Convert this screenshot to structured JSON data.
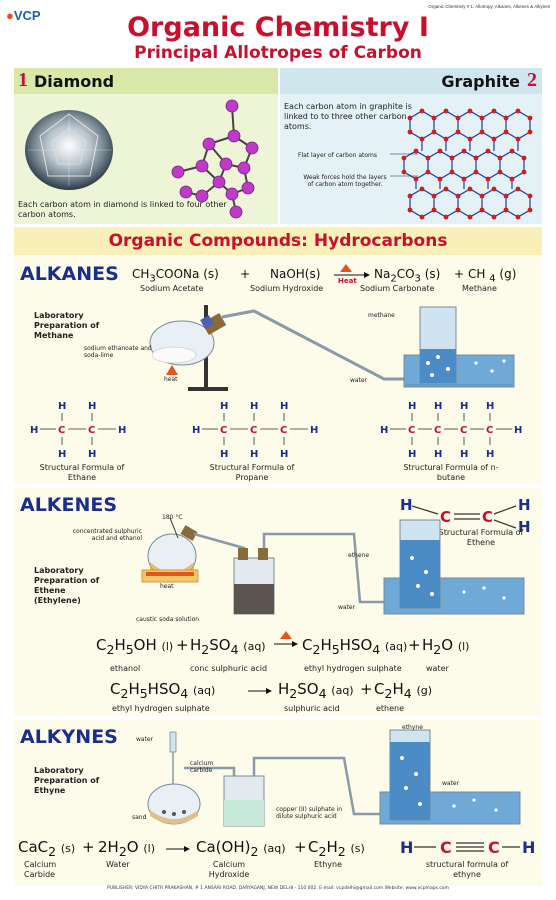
{
  "header": {
    "logo": "VCP",
    "top_note": "Organic Chemistry # 1: Allotropy, Alkanes, Alkenes & Alkynes",
    "title": "Organic Chemistry I",
    "subtitle": "Principal Allotropes of Carbon"
  },
  "diamond": {
    "number": "1",
    "name": "Diamond",
    "caption": "Each carbon atom in diamond is linked to four other carbon atoms."
  },
  "graphite": {
    "number": "2",
    "name": "Graphite",
    "caption": "Each carbon atom in graphite is linked to to three other carbon atoms.",
    "label_layer": "Flat layer of carbon atoms",
    "label_forces": "Weak forces hold the layers of carbon atom together."
  },
  "hydrocarbons": {
    "title": "Organic Compounds: Hydrocarbons"
  },
  "alkanes": {
    "heading": "ALKANES",
    "eq_r1": "CH3COONa (s)",
    "eq_plus": "+",
    "eq_r2": "NaOH(s)",
    "eq_heat": "Heat",
    "eq_p1": "Na2CO3 (s)",
    "eq_plus2": "+",
    "eq_p2": "CH4 (g)",
    "name_r1": "Sodium Acetate",
    "name_r2": "Sodium Hydroxide",
    "name_p1": "Sodium Carbonate",
    "name_p2": "Methane",
    "lab_title": "Laboratory Preparation of Methane",
    "lbl_mix": "sodium ethanoate and soda-lime",
    "lbl_heat": "heat",
    "lbl_methane": "methane",
    "lbl_water": "water",
    "formula_ethane": "Structural Formula of Ethane",
    "formula_propane": "Structural Formula of Propane",
    "formula_butane": "Structural Formula of n-butane"
  },
  "alkenes": {
    "heading": "ALKENES",
    "ethene_caption": "Structural Formula of Ethene",
    "lab_title": "Laboratory Preparation of Ethene (Ethylene)",
    "lbl_temp": "180 °C",
    "lbl_acid": "concentrated sulphuric acid and ethanol",
    "lbl_heat": "heat",
    "lbl_ethene": "ethene",
    "lbl_soda": "caustic soda solution",
    "lbl_water": "water",
    "eq1": {
      "r1": "C2H5OH (l)",
      "plus": "+",
      "r2": "H2SO4 (aq)",
      "p1": "C2H5HSO4 (aq)",
      "plus2": "+",
      "p2": "H2O (l)",
      "n1": "ethanol",
      "n2": "conc sulphuric acid",
      "n3": "ethyl hydrogen sulphate",
      "n4": "water"
    },
    "eq2": {
      "r1": "C2H5HSO4 (aq)",
      "p1": "H2SO4 (aq)",
      "plus": "+",
      "p2": "C2H4 (g)",
      "n1": "ethyl hydrogen sulphate",
      "n2": "sulphuric acid",
      "n3": "ethene"
    }
  },
  "alkynes": {
    "heading": "ALKYNES",
    "lab_title": "Laboratory Preparation of Ethyne",
    "lbl_water": "water",
    "lbl_carbide": "calcium carbide",
    "lbl_sand": "sand",
    "lbl_copper": "copper (II) sulphate in dilute sulphuric acid",
    "lbl_ethyne": "ethyne",
    "lbl_water2": "water",
    "eq": {
      "r1": "CaC2 (s)",
      "plus": "+",
      "r2": "2H2O (l)",
      "p1": "Ca(OH)2 (aq)",
      "plus2": "+",
      "p2": "C2H2 (s)",
      "n1": "Calcium Carbide",
      "n2": "Water",
      "n3": "Calcium Hydroxide",
      "n4": "Ethyne"
    },
    "ethyne_caption": "structural formula of ethyne"
  },
  "footer": "PUBLISHER: VIDYA CHITR PRAKASHAN, # 1 ANSARI ROAD, DARYAGANJ, NEW DELHI - 110 002. E-mail: vcpdelhi@gmail.com Website: www.vcpmaps.com"
}
